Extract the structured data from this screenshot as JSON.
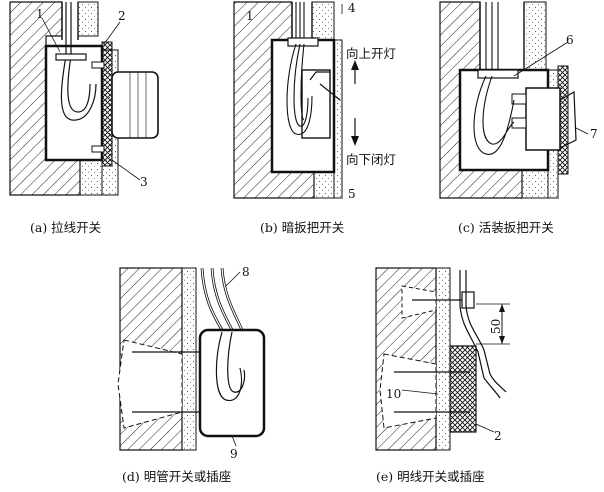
{
  "panels": {
    "a": {
      "caption": "(a) 拉线开关",
      "callouts": [
        "1",
        "2",
        "3"
      ]
    },
    "b": {
      "caption": "(b) 暗扳把开关",
      "callouts": [
        "1",
        "4",
        "5"
      ],
      "label_up": "向上开灯",
      "label_down": "向下闭灯"
    },
    "c": {
      "caption": "(c) 活装扳把开关",
      "callouts": [
        "6",
        "7"
      ]
    },
    "d": {
      "caption": "(d) 明管开关或插座",
      "callouts": [
        "8",
        "9"
      ]
    },
    "e": {
      "caption": "(e) 明线开关或插座",
      "callouts": [
        "10",
        "2"
      ],
      "dimension": "50"
    }
  }
}
